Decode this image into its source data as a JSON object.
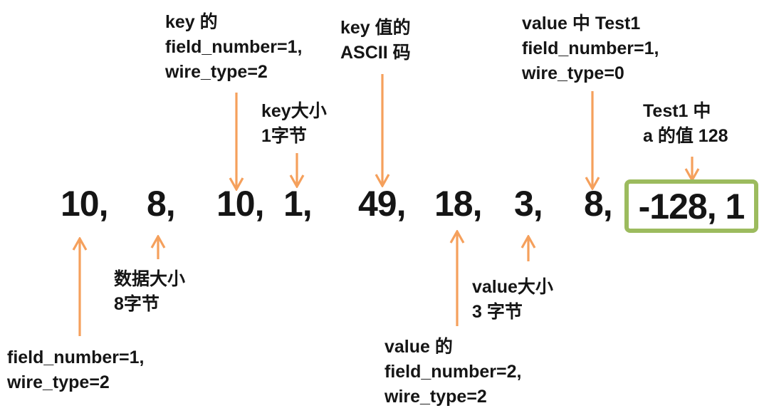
{
  "colors": {
    "arrow": "#F5A05C",
    "box_border": "#9CBB5E",
    "text": "#151515",
    "background": "#FFFFFF"
  },
  "byte_sequence": {
    "items": [
      "10,",
      "8,",
      "10,",
      "1,",
      "49,",
      "18,",
      "3,",
      "8,"
    ],
    "highlighted": "-128, 1"
  },
  "annotations": {
    "key_field": "key 的\nfield_number=1,\nwire_type=2",
    "key_size": "key大小\n1字节",
    "key_ascii": "key 值的\nASCII 码",
    "value_test1_field": "value 中 Test1\nfield_number=1,\nwire_type=0",
    "test1_a_value": "Test1 中\na 的值 128",
    "field_number_1": "field_number=1,\nwire_type=2",
    "data_size": "数据大小\n8字节",
    "value_field": "value 的\nfield_number=2,\nwire_type=2",
    "value_size": "value大小\n3 字节"
  }
}
